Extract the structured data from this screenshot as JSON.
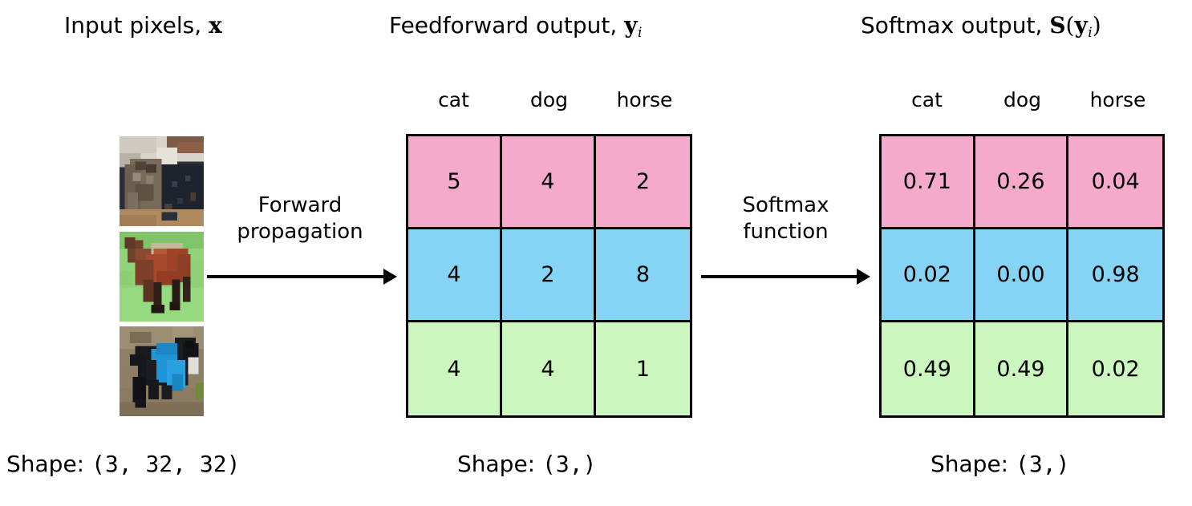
{
  "headers": {
    "input": {
      "text": "Input pixels, ",
      "symbol": "x"
    },
    "feedforward": {
      "text": "Feedforward output, ",
      "symbol": "y",
      "subscript": "i"
    },
    "softmax": {
      "text": "Softmax output, ",
      "symbol": "S",
      "open": "(",
      "inner": "y",
      "subscript": "i",
      "close": ")"
    }
  },
  "class_labels": [
    "cat",
    "dog",
    "horse"
  ],
  "arrows": {
    "forward": {
      "line1": "Forward",
      "line2": "propagation"
    },
    "softmax": {
      "line1": "Softmax",
      "line2": "function"
    }
  },
  "thumbnails": [
    {
      "name": "cat-thumbnail",
      "alt": "cat"
    },
    {
      "name": "horse-thumbnail",
      "alt": "horse"
    },
    {
      "name": "dog-thumbnail",
      "alt": "dog"
    }
  ],
  "shapes": {
    "input": {
      "label": "Shape: ",
      "value": "(3, 32, 32)"
    },
    "feedforward": {
      "label": "Shape: ",
      "value": "(3,)"
    },
    "softmax": {
      "label": "Shape: ",
      "value": "(3,)"
    }
  },
  "colors": {
    "row1": "#f5a9cb",
    "row2": "#85d4f5",
    "row3": "#cbf7bf",
    "border": "#000000",
    "background": "#ffffff"
  },
  "chart_data": {
    "type": "table",
    "title": "Softmax transformation of feedforward logits",
    "columns": [
      "cat",
      "dog",
      "horse"
    ],
    "row_colors": [
      "#f5a9cb",
      "#85d4f5",
      "#cbf7bf"
    ],
    "tables": [
      {
        "name": "feedforward-output",
        "title": "Feedforward output, y_i",
        "shape": "(3,)",
        "rows": [
          {
            "class": "cat",
            "values": [
              "5",
              "4",
              "2"
            ]
          },
          {
            "class": "horse",
            "values": [
              "4",
              "2",
              "8"
            ]
          },
          {
            "class": "dog",
            "values": [
              "4",
              "4",
              "1"
            ]
          }
        ]
      },
      {
        "name": "softmax-output",
        "title": "Softmax output, S(y_i)",
        "shape": "(3,)",
        "rows": [
          {
            "class": "cat",
            "values": [
              "0.71",
              "0.26",
              "0.04"
            ]
          },
          {
            "class": "horse",
            "values": [
              "0.02",
              "0.00",
              "0.98"
            ]
          },
          {
            "class": "dog",
            "values": [
              "0.49",
              "0.49",
              "0.02"
            ]
          }
        ]
      }
    ]
  }
}
